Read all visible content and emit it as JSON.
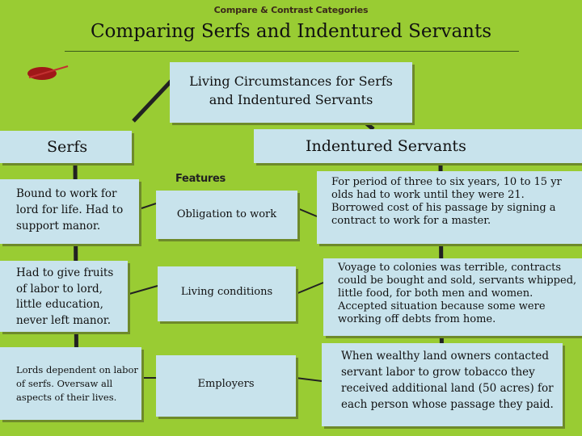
{
  "header": {
    "top_label": "Compare & Contrast Categories",
    "title": "Comparing Serfs and Indentured Servants"
  },
  "diagram": {
    "center": "Living Circumstances for Serfs and Indentured Servants",
    "left_header": "Serfs",
    "right_header": "Indentured Servants",
    "features_label": "Features",
    "features": [
      "Obligation to work",
      "Living conditions",
      "Employers"
    ],
    "serfs": [
      "Bound to work for lord for life. Had to support manor.",
      "Had to give fruits of labor to lord, little education, never left manor.",
      "Lords dependent on labor of serfs. Oversaw all aspects of their lives."
    ],
    "indentured": [
      "For period of three to six years, 10 to 15 yr olds had to work until they were 21. Borrowed cost of his passage by signing a contract to work for a master.",
      "Voyage to colonies was terrible, contracts could be bought and sold, servants whipped, little food, for both men and women. Accepted situation because some were working off debts from home.",
      "When wealthy land owners contacted servant labor to grow tobacco they received additional land (50 acres) for each person whose passage they paid."
    ]
  },
  "colors": {
    "background": "#99cc33",
    "box_fill": "#c8e3ec",
    "connector": "#222222",
    "feather": "#a01818"
  }
}
